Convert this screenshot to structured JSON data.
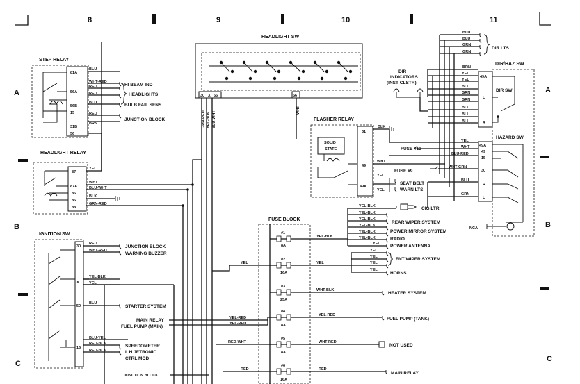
{
  "grid": {
    "columns": [
      "8",
      "9",
      "10",
      "11"
    ],
    "rows": [
      "A",
      "B",
      "C"
    ]
  },
  "step_relay": {
    "title": "STEP RELAY",
    "pins": [
      "81A",
      "56A",
      "56B",
      "15",
      "31B",
      "56"
    ],
    "wires": [
      "BLU",
      "WHT-RED",
      "RED",
      "RED",
      "BLU",
      "RED",
      "BRN"
    ],
    "loads": [
      "HI BEAM IND",
      "HEADLIGHTS",
      "BULB FAIL SENS",
      "JUNCTION BLOCK"
    ]
  },
  "headlight_sw": {
    "title": "HEADLIGHT SW",
    "pins": [
      "30",
      "X",
      "56",
      "56"
    ],
    "wires": [
      "GRN-RED",
      "YEL-BLK",
      "BLU-WHT",
      "WHT"
    ]
  },
  "headlight_relay": {
    "title": "HEADLIGHT RELAY",
    "pins": [
      "87",
      "87A",
      "86",
      "85",
      "88"
    ],
    "wires": [
      "YEL",
      "WHT",
      "BLU-WHT",
      "BLK",
      "GRN-RED"
    ]
  },
  "ignition_sw": {
    "title": "IGNITION SW",
    "pins": [
      "30",
      "X",
      "50",
      "15"
    ],
    "wires": [
      "RED",
      "WHT-RED",
      "YEL-BLK",
      "YEL",
      "BLU",
      "BLU-YEL",
      "RED-BLK",
      "RED-BLK"
    ],
    "loads": [
      "JUNCTION BLOCK",
      "WARNING BUZZER",
      "STARTER SYSTEM",
      "SPEEDOMETER",
      "L H JETRONIC",
      "CTRL MOD",
      "MAIN RELAY",
      "FUEL PUMP (MAIN)",
      "JUNCTION BLOCK"
    ]
  },
  "flasher_relay": {
    "title": "FLASHER RELAY",
    "pins": [
      "31",
      "49",
      "49A"
    ],
    "wires": [
      "BLK",
      "WHT",
      "YEL",
      "YEL"
    ],
    "state": [
      "SOLID",
      "STATE"
    ],
    "loads": [
      "SEAT BELT",
      "WARN LTS"
    ]
  },
  "dir_indicators": [
    "DIR",
    "INDICATORS",
    "(INST CLSTR)"
  ],
  "dir_lts_wires": [
    "BLU",
    "BLU",
    "GRN",
    "GRN"
  ],
  "dir_lts_label": "DIR LTS",
  "dir_haz_sw": {
    "title": "DIR/HAZ SW",
    "dir_sw": "DIR SW",
    "hazard_sw": "HAZARD SW",
    "pins": [
      "49A",
      "L",
      "R",
      "49A",
      "49",
      "15",
      "30",
      "R",
      "L"
    ],
    "wires": [
      "BRN",
      "YEL",
      "YEL",
      "BLU",
      "GRN",
      "GRN",
      "BLU",
      "BLU",
      "BLU",
      "YEL",
      "WHT",
      "BLU-RED",
      "WHT-GRN",
      "BLU",
      "GRN"
    ],
    "fuse13": "FUSE #13",
    "fuse9": "FUSE #9",
    "nca": "NCA"
  },
  "fuse_block": {
    "title": "FUSE BLOCK",
    "fuses": [
      {
        "num": "#1",
        "amp": "8A"
      },
      {
        "num": "#2",
        "amp": "16A"
      },
      {
        "num": "#3",
        "amp": "25A"
      },
      {
        "num": "#4",
        "amp": "8A"
      },
      {
        "num": "#5",
        "amp": "8A"
      },
      {
        "num": "#6",
        "amp": "16A"
      }
    ],
    "in_wires": [
      "YEL",
      "YEL-RED",
      "YEL-RED",
      "RED-WHT",
      "RED"
    ],
    "out_wires": [
      "YEL-BLK",
      "YEL",
      "WHT-BLK",
      "YEL-RED",
      "WHT-RED",
      "RED"
    ]
  },
  "fuse1_branch": {
    "wires": [
      "YEL-BLK",
      "YEL-BLK",
      "YEL-BLK",
      "YEL-BLK",
      "YEL-BLK",
      "YEL-BLK",
      "YEL"
    ],
    "loads": [
      "CIG LTR",
      "REAR WIPER SYSTEM",
      "POWER MIRROR SYSTEM",
      "RADIO",
      "POWER ANTENNA"
    ]
  },
  "fuse2_branch": {
    "wires": [
      "YEL",
      "YEL",
      "YEL",
      "YEL"
    ],
    "loads": [
      "FNT WIPER SYSTEM",
      "HORNS"
    ]
  },
  "loads_right": [
    "HEATER SYSTEM",
    "FUEL PUMP (TANK)",
    "NOT USED",
    "MAIN RELAY"
  ]
}
